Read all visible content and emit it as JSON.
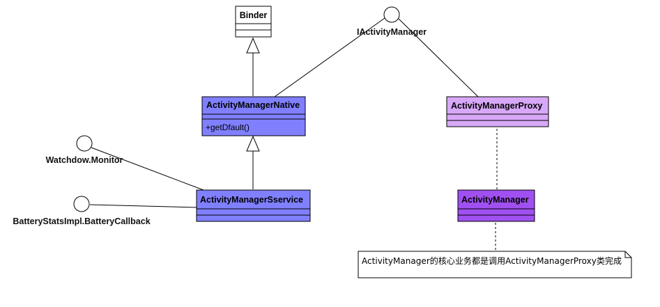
{
  "colors": {
    "native": "#8080ff",
    "service": "#8080ff",
    "proxy": "#d8a8f8",
    "manager": "#a050f0",
    "binder": "#ffffff",
    "line": "#000000"
  },
  "classes": {
    "binder": {
      "name": "Binder"
    },
    "native": {
      "name": "ActivityManagerNative",
      "ops": [
        "+getDfault()"
      ]
    },
    "service": {
      "name": "ActivityManagerSservice"
    },
    "proxy": {
      "name": "ActivityManagerProxy"
    },
    "manager": {
      "name": "ActivityManager"
    }
  },
  "interfaces": {
    "iam": {
      "name": "IActivityManager"
    },
    "watchdog": {
      "name": "Watchdow.Monitor"
    },
    "battery": {
      "name": "BatteryStatsImpl.BatteryCallback"
    }
  },
  "note": {
    "text": "ActivityManager的核心业务都是调用ActivityManagerProxy类完成"
  }
}
